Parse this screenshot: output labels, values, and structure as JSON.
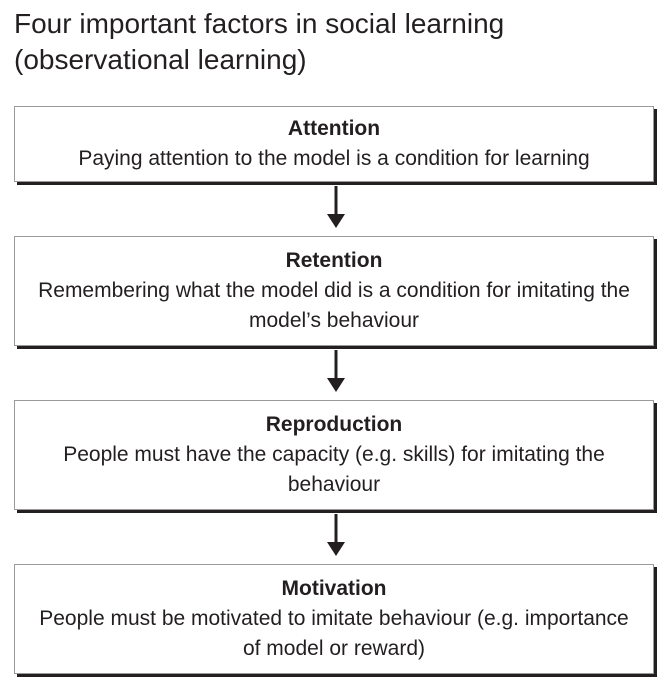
{
  "title": {
    "line1": "Four important factors in social learning",
    "line2": "(observational learning)"
  },
  "steps": [
    {
      "heading": "Attention",
      "text": "Paying attention to the model is a condition for learning"
    },
    {
      "heading": "Retention",
      "text": "Remembering what the model did is a condition for imitating the model’s behaviour"
    },
    {
      "heading": "Reproduction",
      "text": "People must have the capacity (e.g. skills) for imitating the behaviour"
    },
    {
      "heading": "Motivation",
      "text": "People must be motivated to imitate behaviour (e.g. importance of model or reward)"
    }
  ],
  "colors": {
    "text": "#231f20",
    "border": "#9a9a9a",
    "shadow": "#231f20",
    "arrow": "#231f20"
  }
}
